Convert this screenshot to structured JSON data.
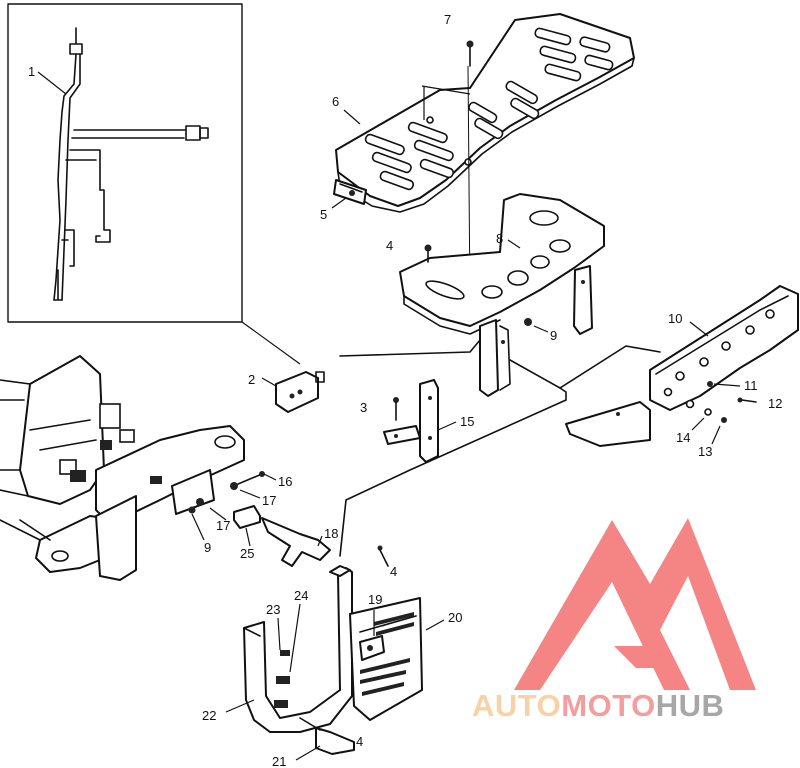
{
  "diagram": {
    "callouts": [
      "1",
      "2",
      "3",
      "4",
      "4",
      "4",
      "5",
      "6",
      "7",
      "8",
      "9",
      "9",
      "10",
      "11",
      "12",
      "13",
      "14",
      "15",
      "16",
      "17",
      "17",
      "18",
      "19",
      "20",
      "21",
      "22",
      "23",
      "24",
      "25"
    ]
  },
  "watermark": {
    "text_part1": "AUTO",
    "text_part2": "MOTO",
    "text_part3": "HUB",
    "colors": {
      "logo": "#f25c5c",
      "auto": "#f5c48a",
      "moto": "#f27d7d",
      "hub": "#8a8a8a"
    }
  }
}
